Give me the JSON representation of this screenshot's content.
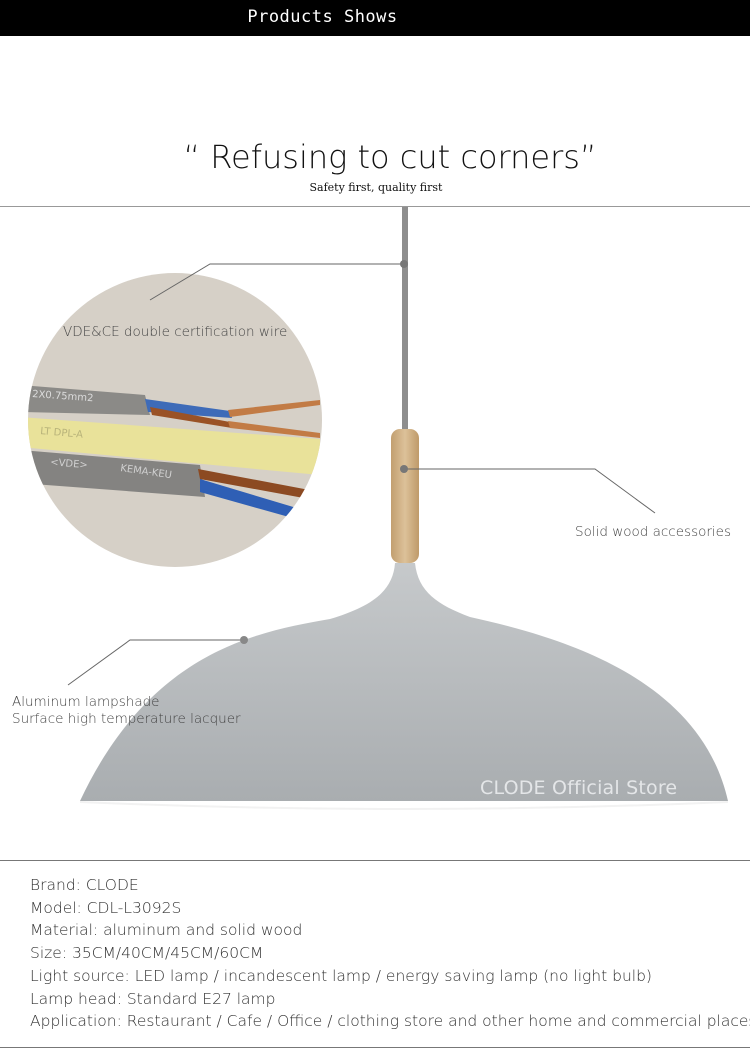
{
  "banner": {
    "title": "Products Shows"
  },
  "headline": {
    "quote": "“ Refusing to cut corners”",
    "subtitle": "Safety first, quality first"
  },
  "callouts": {
    "wire": "VDE&CE double certification wire",
    "wood": "Solid wood accessories",
    "shade_line1": "Aluminum lampshade",
    "shade_line2": "Surface high temperature lacquer"
  },
  "wire_print": {
    "grey_top": "2X0.75mm2",
    "yellow": "LT  DPL-A",
    "grey_bottom_a": "<VDE>",
    "grey_bottom_b": "KEMA-KEU"
  },
  "watermark": "CLODE Official Store",
  "specs": [
    "Brand: CLODE",
    "Model: CDL-L3092S",
    "Material: aluminum and solid wood",
    "Size: 35CM/40CM/45CM/60CM",
    "Light source: LED lamp / incandescent lamp / energy saving lamp (no light bulb)",
    "Lamp head: Standard E27 lamp",
    "Application: Restaurant / Cafe / Office / clothing store and other home and commercial places"
  ],
  "colors": {
    "shade": "#b9bcbe",
    "wood": "#d3b68c",
    "cord": "#8e8e8e",
    "wire_yellow": "#e9e29a",
    "circle_bg": "#d6d0c7"
  }
}
